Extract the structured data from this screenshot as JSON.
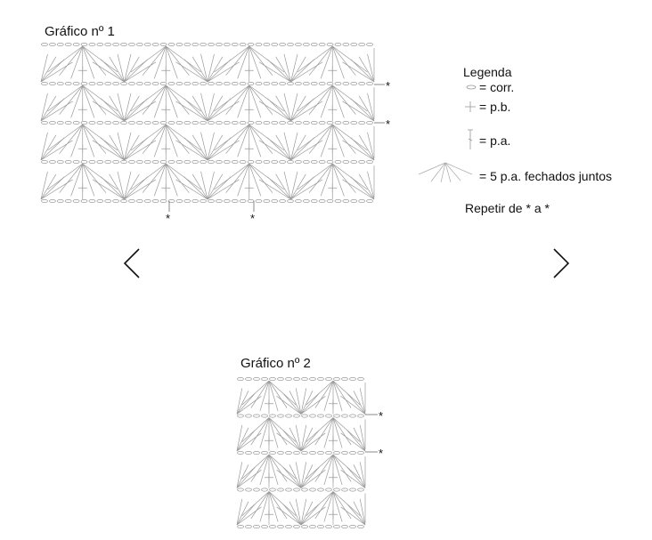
{
  "chart1": {
    "title": "Gráfico nº 1",
    "rows": 4,
    "repeats": 4,
    "asterisk": "*"
  },
  "chart2": {
    "title": "Gráfico nº 2",
    "rows": 4,
    "repeats": 2,
    "asterisk": "*"
  },
  "legend": {
    "title": "Legenda",
    "items": [
      {
        "icon": "chain-oval-icon",
        "label": "= corr."
      },
      {
        "icon": "plus-icon",
        "label": "= p.b."
      },
      {
        "icon": "double-crochet-icon",
        "label": "= p.a."
      },
      {
        "icon": "fan-cluster-icon",
        "label": "= 5 p.a. fechados juntos"
      }
    ],
    "repeat_note": "Repetir de * a *"
  },
  "nav": {
    "prev_icon": "chevron-left-icon",
    "next_icon": "chevron-right-icon"
  },
  "colors": {
    "stitch": "#9a9a9a",
    "text": "#111111"
  }
}
